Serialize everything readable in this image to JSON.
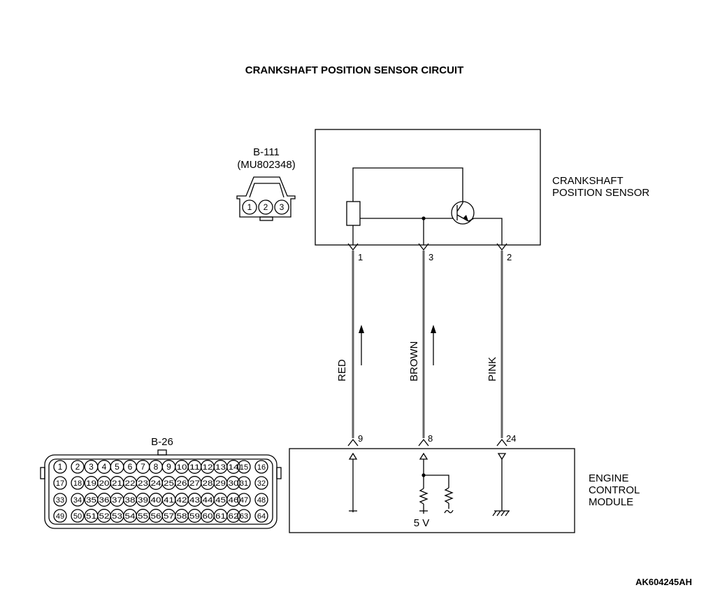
{
  "title": "CRANKSHAFT POSITION SENSOR CIRCUIT",
  "sensor": {
    "connector_id": "B-111",
    "connector_part": "(MU802348)",
    "name_line1": "CRANKSHAFT",
    "name_line2": "POSITION SENSOR",
    "connector_pins": [
      "1",
      "2",
      "3"
    ]
  },
  "wires": [
    {
      "color": "RED",
      "sensor_pin": "1",
      "ecm_pin": "9",
      "arrow": true
    },
    {
      "color": "BROWN",
      "sensor_pin": "3",
      "ecm_pin": "8",
      "arrow": true
    },
    {
      "color": "PINK",
      "sensor_pin": "2",
      "ecm_pin": "24",
      "arrow": false
    }
  ],
  "ecm": {
    "connector_id": "B-26",
    "name_line1": "ENGINE",
    "name_line2": "CONTROL",
    "name_line3": "MODULE",
    "supply_label": "5 V",
    "connector_rows": [
      [
        "1",
        "2",
        "3",
        "4",
        "5",
        "6",
        "7",
        "8",
        "9",
        "10",
        "11",
        "12",
        "13",
        "14",
        "15",
        "16"
      ],
      [
        "17",
        "18",
        "19",
        "20",
        "21",
        "22",
        "23",
        "24",
        "25",
        "26",
        "27",
        "28",
        "29",
        "30",
        "31",
        "32"
      ],
      [
        "33",
        "34",
        "35",
        "36",
        "37",
        "38",
        "39",
        "40",
        "41",
        "42",
        "43",
        "44",
        "45",
        "46",
        "47",
        "48"
      ],
      [
        "49",
        "50",
        "51",
        "52",
        "53",
        "54",
        "55",
        "56",
        "57",
        "58",
        "59",
        "60",
        "61",
        "62",
        "63",
        "64"
      ]
    ]
  },
  "figure_code": "AK604245AH",
  "colors": {
    "line": "#000000",
    "background": "#ffffff"
  }
}
